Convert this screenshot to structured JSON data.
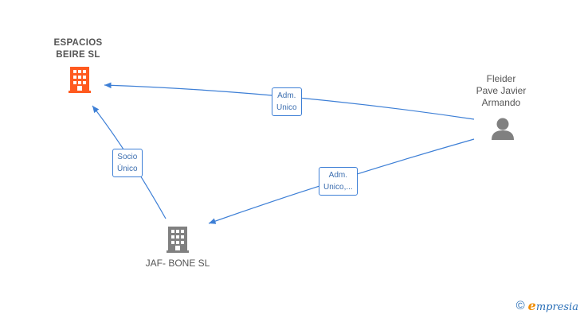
{
  "nodes": {
    "espacios": {
      "label": "ESPACIOS\nBEIRE  SL",
      "color": "#ff5a1f",
      "icon": "building-icon"
    },
    "jaf": {
      "label": "JAF- BONE  SL",
      "color": "#808080",
      "icon": "building-icon"
    },
    "fleider": {
      "label": "Fleider\nPave Javier\nArmando",
      "color": "#808080",
      "icon": "person-icon"
    }
  },
  "edges": {
    "fleider_espacios": {
      "label": "Adm.\nUnico"
    },
    "jaf_espacios": {
      "label": "Socio\nÚnico"
    },
    "fleider_jaf": {
      "label": "Adm.\nUnico,..."
    }
  },
  "colors": {
    "edge": "#3d7fd6"
  },
  "footer": {
    "copyright": "©",
    "brand_first": "e",
    "brand_rest": "mpresia"
  }
}
